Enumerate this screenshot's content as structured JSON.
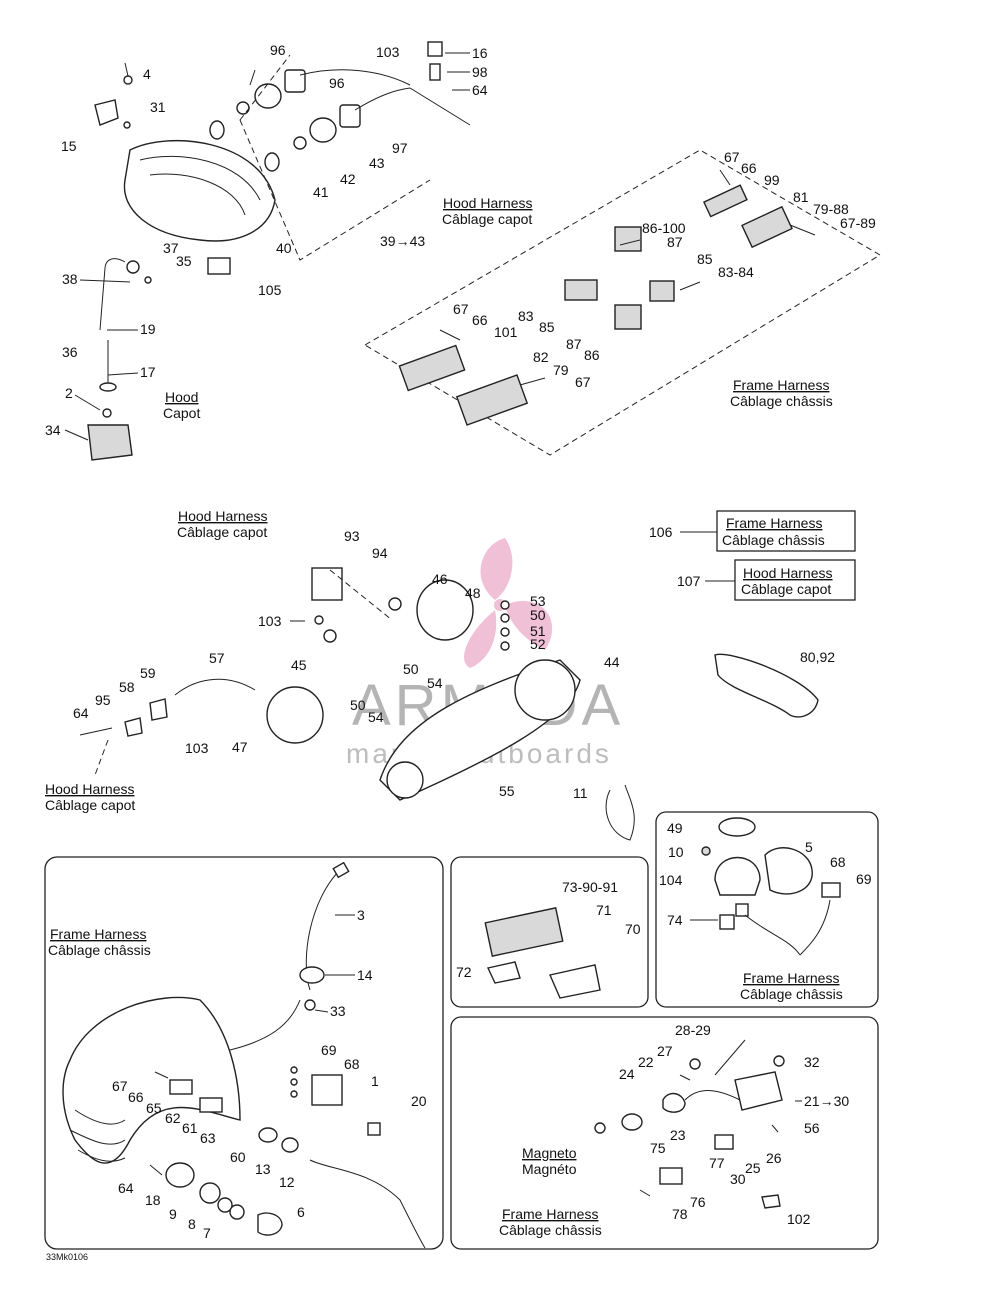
{
  "diagram": {
    "harness_labels": {
      "hood_en": "Hood Harness",
      "hood_fr": "Câblage capot",
      "frame_en": "Frame Harness",
      "frame_fr": "Câblage châssis",
      "hood_simple_en": "Hood",
      "hood_simple_fr": "Capot",
      "magneto_en": "Magneto",
      "magneto_fr": "Magnéto"
    },
    "legend": {
      "frame_ref": "106",
      "hood_ref": "107"
    },
    "watermark": {
      "brand": "ARMADA",
      "tagline": "marine outboards"
    },
    "drawing_code": "33Mk0106",
    "callouts": {
      "c96a": "96",
      "c103a": "103",
      "c16": "16",
      "c98": "98",
      "c64a": "64",
      "c4": "4",
      "c96b": "96",
      "c31": "31",
      "c15": "15",
      "c97": "97",
      "c43": "43",
      "c42": "42",
      "c41": "41",
      "c40": "40",
      "c39_43": "39→43",
      "c67a": "67",
      "c66a": "66",
      "c99": "99",
      "c81": "81",
      "c79_88": "79-88",
      "c67_89": "67-89",
      "c86_100": "86-100",
      "c87a": "87",
      "c85a": "85",
      "c83_84": "83-84",
      "c83": "83",
      "c85b": "85",
      "c67b": "67",
      "c66b": "66",
      "c101": "101",
      "c87b": "87",
      "c86": "86",
      "c82": "82",
      "c79": "79",
      "c67c": "67",
      "c37": "37",
      "c35": "35",
      "c38": "38",
      "c105": "105",
      "c19": "19",
      "c36": "36",
      "c17": "17",
      "c2": "2",
      "c34": "34",
      "c93": "93",
      "c94": "94",
      "c103b": "103",
      "c46": "46",
      "c48": "48",
      "c53": "53",
      "c50a": "50",
      "c51": "51",
      "c52": "52",
      "c45": "45",
      "c50b": "50",
      "c54a": "54",
      "c44": "44",
      "c80_92": "80,92",
      "c57": "57",
      "c59": "59",
      "c58": "58",
      "c95": "95",
      "c64b": "64",
      "c103c": "103",
      "c47": "47",
      "c50c": "50",
      "c54b": "54",
      "c55": "55",
      "c11": "11",
      "c3": "3",
      "c14": "14",
      "c33": "33",
      "c69a": "69",
      "c68a": "68",
      "c1": "1",
      "c20": "20",
      "c67d": "67",
      "c66c": "66",
      "c65": "65",
      "c62": "62",
      "c61": "61",
      "c63": "63",
      "c60": "60",
      "c13": "13",
      "c12": "12",
      "c64c": "64",
      "c18": "18",
      "c9": "9",
      "c8": "8",
      "c7": "7",
      "c6": "6",
      "c73_90_91": "73-90-91",
      "c71": "71",
      "c70": "70",
      "c72": "72",
      "c49": "49",
      "c10": "10",
      "c5": "5",
      "c104": "104",
      "c68b": "68",
      "c69b": "69",
      "c74": "74",
      "c28_29": "28-29",
      "c27": "27",
      "c22": "22",
      "c32": "32",
      "c24": "24",
      "c21_30": "21→30",
      "c56": "56",
      "c23": "23",
      "c26": "26",
      "c75": "75",
      "c25": "25",
      "c77": "77",
      "c30": "30",
      "c76": "76",
      "c78": "78",
      "c102": "102"
    }
  }
}
